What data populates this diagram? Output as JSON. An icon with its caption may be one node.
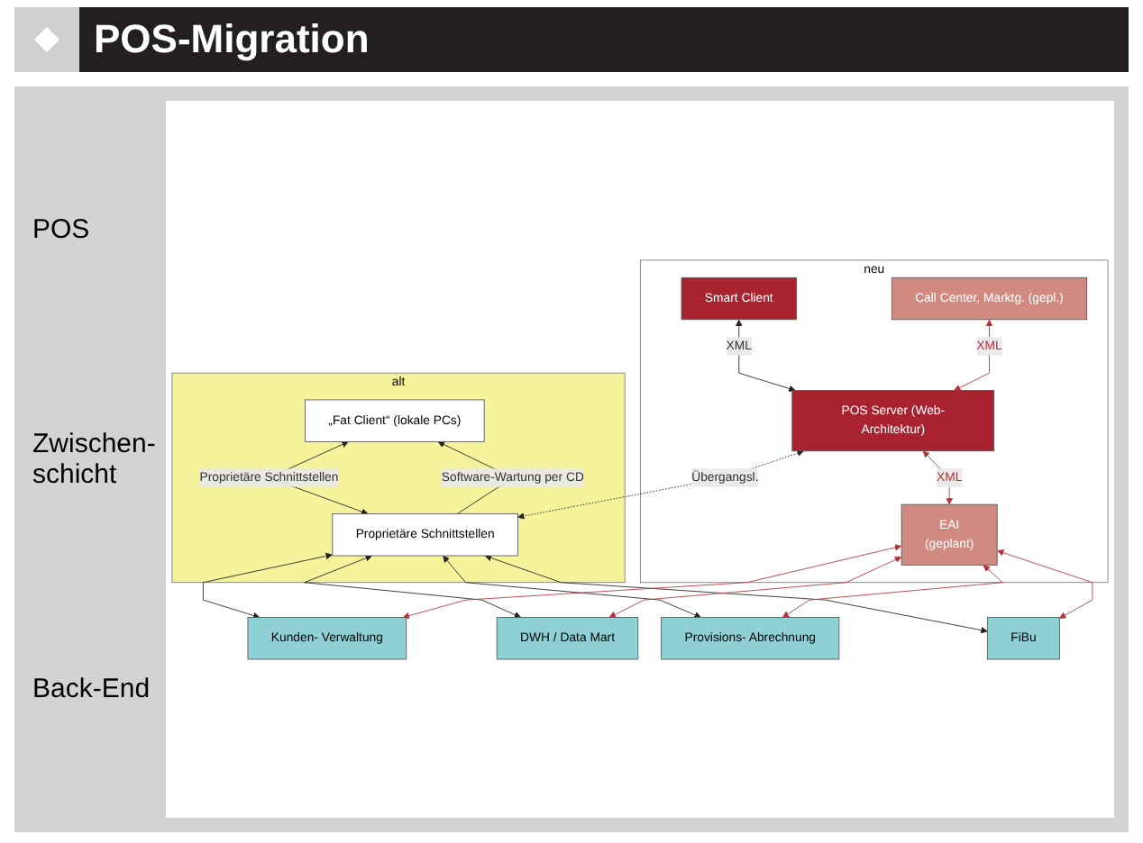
{
  "diagram": {
    "title": "POS-Migration",
    "nodes": [
      {
        "text": [
          "alt"
        ]
      },
      {
        "text": [
          "„Fat Client“ (lokale PCs)"
        ],
        "in": 0
      },
      {
        "text": [
          "Proprietäre Schnittstellen"
        ],
        "in": 0
      },
      {
        "text": [
          "neu"
        ]
      },
      {
        "text": [
          "Smart Client"
        ],
        "in": 3
      },
      {
        "text": [
          "Call Center, Marktg. (gepl.)"
        ],
        "in": 3
      },
      {
        "text": [
          "POS Server (Web-Architektur)"
        ],
        "in": 3
      },
      {
        "text": [
          "EAI",
          "(geplant)"
        ],
        "in": 3
      },
      {
        "text": [
          "Kunden- Verwaltung"
        ]
      },
      {
        "text": [
          "DWH / Data Mart"
        ]
      },
      {
        "text": [
          "Provisions- Abrechnung"
        ]
      },
      {
        "text": [
          "FiBu"
        ]
      }
    ],
    "edges": [
      {
        "from": 2,
        "to": 1,
        "arrow": "both",
        "label": "Proprietäre Schnittstellen"
      },
      {
        "from": 2,
        "to": 1,
        "arrow": "to",
        "label": "Software-Wartung per CD"
      },
      {
        "from": 4,
        "to": 6,
        "arrow": "both",
        "label": "XML"
      },
      {
        "from": 5,
        "to": 6,
        "arrow": "both",
        "label": "XML",
        "color": "#b8323a"
      },
      {
        "from": 6,
        "to": 2,
        "arrow": "both",
        "label": "Übergangsl.",
        "style": "dashed"
      },
      {
        "from": 6,
        "to": 7,
        "arrow": "both",
        "label": "XML",
        "color": "#b8323a"
      },
      {
        "from": 2,
        "to": 8,
        "arrow": "both"
      },
      {
        "from": 2,
        "to": 9,
        "arrow": "both"
      },
      {
        "from": 2,
        "to": 10,
        "arrow": "both"
      },
      {
        "from": 2,
        "to": 11,
        "arrow": "both"
      },
      {
        "from": 7,
        "to": 8,
        "arrow": "both",
        "color": "#b8323a"
      },
      {
        "from": 7,
        "to": 9,
        "arrow": "both",
        "color": "#b8323a"
      },
      {
        "from": 7,
        "to": 10,
        "arrow": "both",
        "color": "#b8323a"
      },
      {
        "from": 7,
        "to": 11,
        "arrow": "both",
        "color": "#b8323a"
      }
    ],
    "labels": [
      "POS",
      "Zwischen- schicht",
      "Back-End"
    ]
  }
}
